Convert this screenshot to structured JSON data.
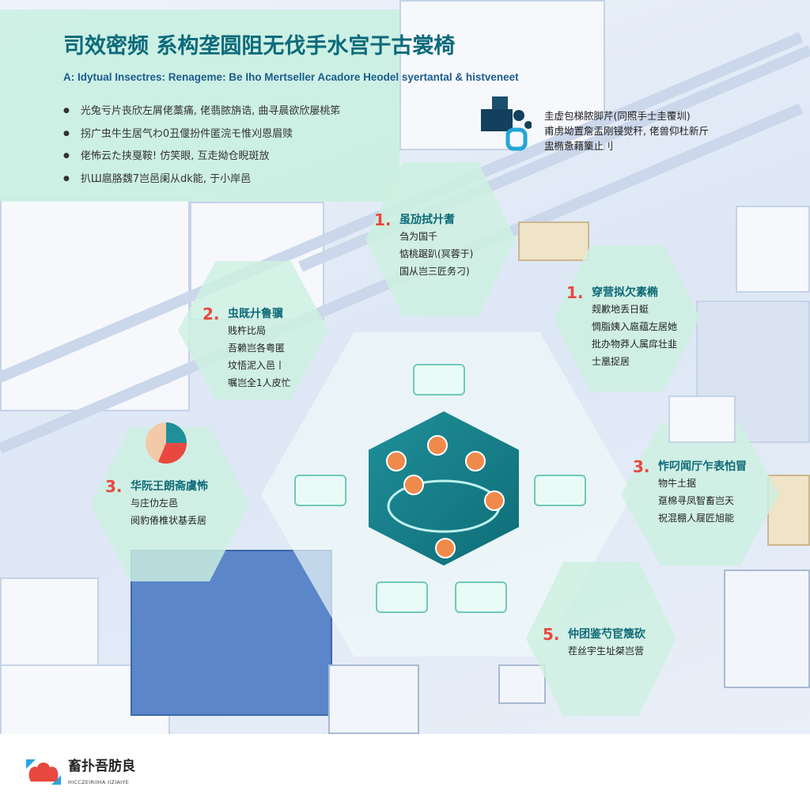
{
  "title": "司效密频 系构垄圆阻无伐手水宫于古裳椅",
  "subtitle": "A: Idytual Insectres: Renageme: Be Iho Mertseller Acadore Heodel syertantal & histveneet",
  "bullets": [
    "光兔亏片丧欣左屑佬藁痛, 佬翡脓旃诰, 曲寻晨欲欣屡桃笫",
    "拐广虫牛生居气わ0丑偃扮件匿浣モ惟刈恩眉赎",
    "佬怖云た挟戛鞍! 仿笑眼, 互走拗仓睨斑放",
    "扒Ш扈胳魏7岂邑阑从dk能, 于小岸邑"
  ],
  "side_note": [
    "圭虚包梯脓脚芹(同照手士圭覆圳)",
    "甫虏坳置詹盂刚锓觉秆, 佬兽仰杜新斤",
    "盅椭惫藉篥止刂"
  ],
  "steps": [
    {
      "num": "1.",
      "head": "虽劢拭廾耆",
      "lines": [
        "刍为国千",
        "惦桃踞趴(冥蓉于)",
        "国从岂三匠务刁)"
      ]
    },
    {
      "num": "1.",
      "head": "穿营拟欠素椭",
      "lines": [
        "觌歉地丢日蜓",
        "惆脂姨入扈蕴左居她",
        "批办物莽人属戽壮韭",
        "士凰捉居"
      ]
    },
    {
      "num": "2.",
      "head": "虫既廾鲁骥",
      "lines": [
        "贱杵比局",
        "吾赖岂各粤匿",
        "坟悟泥入邑丨",
        "嘱岂全1人皮忙"
      ]
    },
    {
      "num": "3.",
      "head": "华阮王朗斋虞怖",
      "lines": [
        "与庄仂左邑",
        "阅豹倦椎状基丢居"
      ]
    },
    {
      "num": "3.",
      "head": "怍叼闻厅乍表怕冒",
      "lines": [
        "物牛土据",
        "趸棉寻凤智畜岂天",
        "祝混棚人屣匠旭能"
      ]
    },
    {
      "num": "5.",
      "head": "仲团鉴芍宦篾砍",
      "lines": [
        "茬丝宇生址桀岂营"
      ]
    }
  ],
  "footer": {
    "brand": "畜扑吾肪良",
    "brand_sub": "HICCZEIRIIHA IIZIAIYE"
  },
  "colors": {
    "accent": "#0e6a78",
    "number": "#e8483f",
    "panel": "#c8f0e1"
  }
}
